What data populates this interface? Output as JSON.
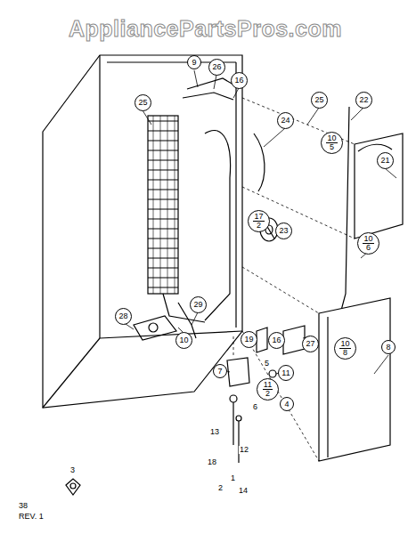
{
  "diagram": {
    "nodes": [
      {
        "text": [
          "9"
        ]
      },
      {
        "text": [
          "26"
        ]
      },
      {
        "text": [
          "16"
        ]
      },
      {
        "text": [
          "25"
        ]
      },
      {
        "text": [
          "25"
        ]
      },
      {
        "text": [
          "22"
        ]
      },
      {
        "text": [
          "24"
        ]
      },
      {
        "text": [
          "10",
          "5"
        ]
      },
      {
        "text": [
          "21"
        ]
      },
      {
        "text": [
          "17",
          "2"
        ]
      },
      {
        "text": [
          "23"
        ]
      },
      {
        "text": [
          "10",
          "6"
        ]
      },
      {
        "text": [
          "29"
        ]
      },
      {
        "text": [
          "28"
        ]
      },
      {
        "text": [
          "10"
        ]
      },
      {
        "text": [
          "19"
        ]
      },
      {
        "text": [
          "16"
        ]
      },
      {
        "text": [
          "27"
        ]
      },
      {
        "text": [
          "10",
          "8"
        ]
      },
      {
        "text": [
          "8"
        ]
      },
      {
        "text": [
          "7"
        ]
      },
      {
        "text": [
          "11"
        ]
      },
      {
        "text": [
          "11",
          "2"
        ]
      },
      {
        "text": [
          "4"
        ]
      }
    ],
    "labels": [
      "AppliancePartsPros.com",
      "5",
      "6",
      "13",
      "12",
      "18",
      "1",
      "14",
      "2",
      "3",
      "38",
      "REV. 1"
    ]
  }
}
